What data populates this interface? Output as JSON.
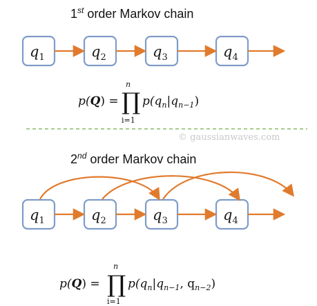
{
  "top": {
    "title_base": "1",
    "title_sup": "st",
    "title_rest": " order Markov chain",
    "states": [
      {
        "name": "q",
        "sub": "1"
      },
      {
        "name": "q",
        "sub": "2"
      },
      {
        "name": "q",
        "sub": "3"
      },
      {
        "name": "q",
        "sub": "4"
      }
    ],
    "equation": {
      "lhs": "p(",
      "lhs_bold": "Q",
      "lhs_end": ") =",
      "prod_upper": "n",
      "prod_lower": "i=1",
      "rhs_a": "p(q",
      "rhs_a_sub": "n",
      "rhs_b": "|q",
      "rhs_b_sub": "n−1",
      "rhs_end": ")"
    }
  },
  "watermark": "© gaussianwaves.com",
  "bottom": {
    "title_base": "2",
    "title_sup": "nd",
    "title_rest": " order Markov chain",
    "states": [
      {
        "name": "q",
        "sub": "1"
      },
      {
        "name": "q",
        "sub": "2"
      },
      {
        "name": "q",
        "sub": "3"
      },
      {
        "name": "q",
        "sub": "4"
      }
    ],
    "equation": {
      "lhs": "p(",
      "lhs_bold": "Q",
      "lhs_end": ") =",
      "prod_upper": "n",
      "prod_lower": "i=1",
      "rhs_a": "p(q",
      "rhs_a_sub": "n",
      "rhs_b": "|q",
      "rhs_b_sub": "n−1",
      "rhs_c": ", q",
      "rhs_c_sub": "n−2",
      "rhs_end": ")"
    }
  },
  "colors": {
    "arrow": "#e07b2e",
    "box_border": "#7f9cc8",
    "separator": "#70ad47",
    "watermark": "#c8c8c8"
  }
}
